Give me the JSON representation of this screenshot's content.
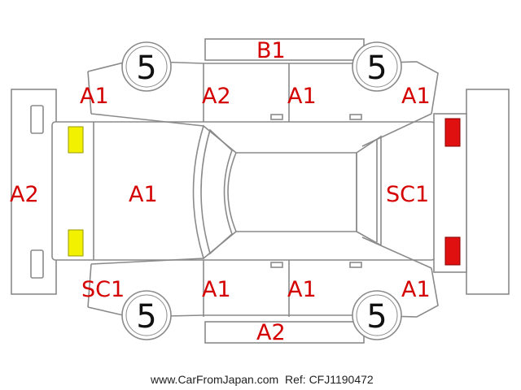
{
  "colors": {
    "outline": "#8a8a8a",
    "damage_code": "#d40000",
    "headlight": "#f2f200",
    "taillight": "#e01010"
  },
  "tires": {
    "front_left": "5",
    "rear_left": "5",
    "front_right": "5",
    "rear_right": "5"
  },
  "codes": {
    "roof_top_edge": "B1",
    "bottom_sill": "A2",
    "front_bumper": "A2",
    "hood": "A1",
    "rear_panel": "SC1",
    "fender_front_top": "A1",
    "door_front_top": "A2",
    "door_rear_top": "A1",
    "quarter_rear_top": "A1",
    "fender_front_bottom": "SC1",
    "door_front_bottom": "A1",
    "door_rear_bottom": "A1",
    "quarter_rear_bottom": "A1"
  },
  "footer": {
    "site": "www.CarFromJapan.com",
    "ref": "Ref: CFJ1190472"
  }
}
